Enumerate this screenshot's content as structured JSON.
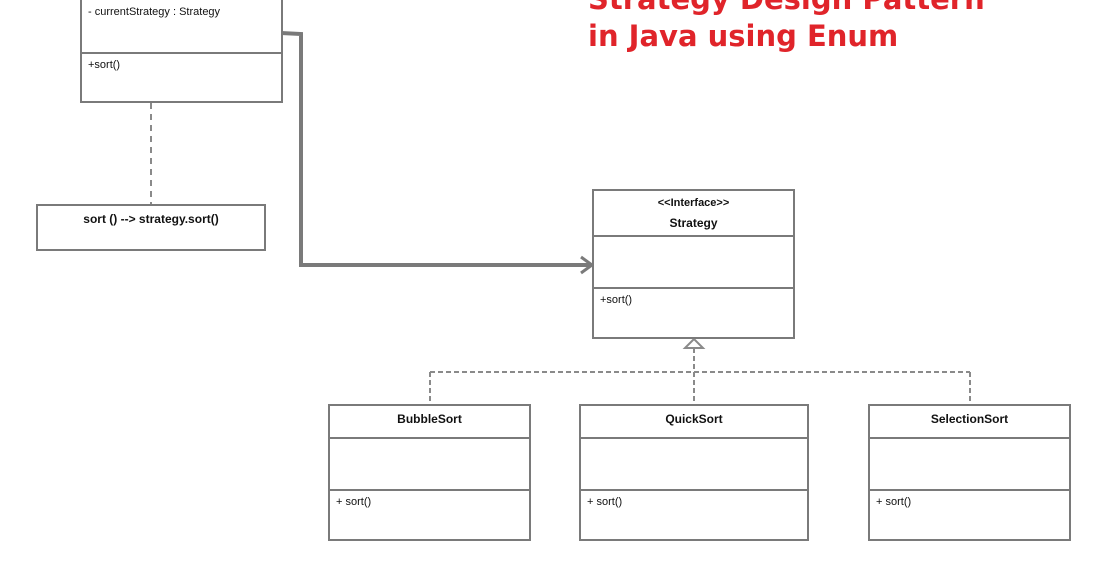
{
  "title": {
    "line1": "Strategy Design Pattern",
    "line2": "in Java using Enum",
    "color": "#e0242a"
  },
  "colors": {
    "line": "#7a7a7a",
    "dashed": "#8a8a8a",
    "text": "#111111"
  },
  "context_class": {
    "attribute": "- currentStrategy : Strategy",
    "method": "+sort()"
  },
  "note": {
    "text": "sort () --> strategy.sort()"
  },
  "interface": {
    "stereotype": "<<Interface>>",
    "name": "Strategy",
    "method": "+sort()"
  },
  "implementations": [
    {
      "name": "BubbleSort",
      "method": "+ sort()"
    },
    {
      "name": "QuickSort",
      "method": "+ sort()"
    },
    {
      "name": "SelectionSort",
      "method": "+ sort()"
    }
  ]
}
